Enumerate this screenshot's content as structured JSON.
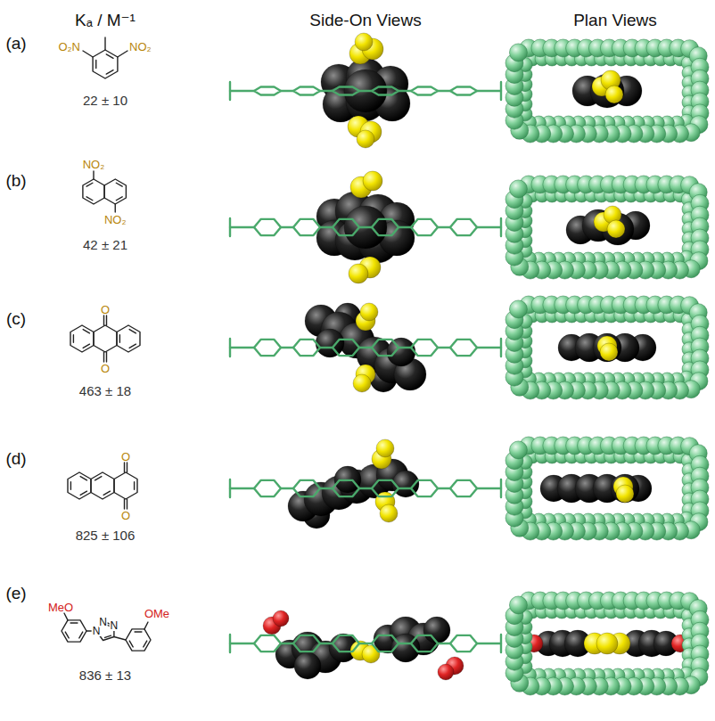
{
  "diagram": {
    "labels": [
      "Kₐ / M⁻¹",
      "Side-On Views",
      "Plan Views",
      "(a)",
      "O₂N",
      "NO₂",
      "22 ± 10",
      "(b)",
      "NO₂",
      "NO₂",
      "42 ± 21",
      "(c)",
      "O",
      "O",
      "463 ± 18",
      "(d)",
      "O",
      "O",
      "825 ± 106",
      "(e)",
      "MeO",
      "N",
      "N",
      "N",
      "OMe",
      "836 ± 13"
    ]
  }
}
